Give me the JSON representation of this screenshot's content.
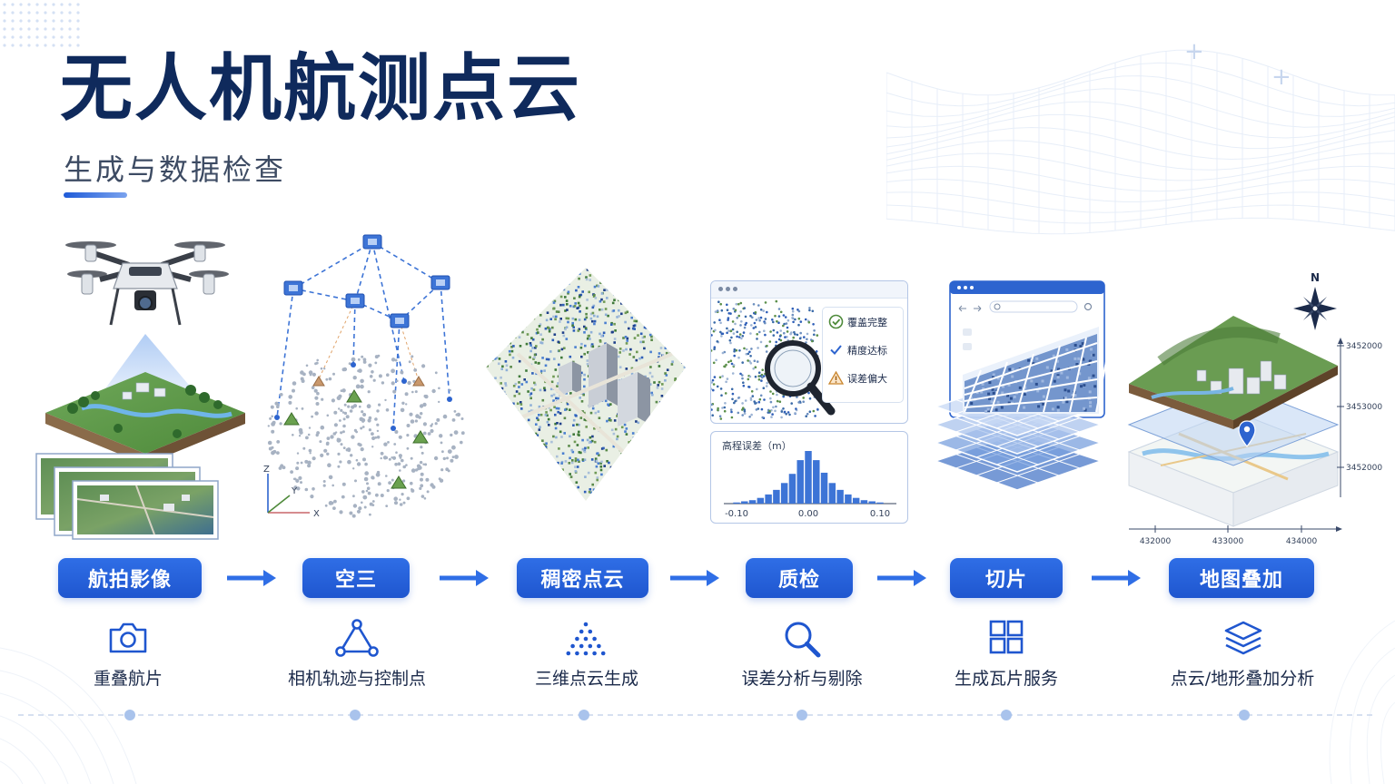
{
  "header": {
    "title": "无人机航测点云",
    "subtitle": "生成与数据检查"
  },
  "colors": {
    "primary": "#1f56cf",
    "title": "#0f2a5c",
    "accent_green": "#4e8a3a",
    "accent_warn": "#c9862f"
  },
  "steps": [
    {
      "label": "航拍影像",
      "desc": "重叠航片",
      "icon": "camera-icon"
    },
    {
      "label": "空三",
      "desc": "相机轨迹与控制点",
      "icon": "triangle-nodes-icon"
    },
    {
      "label": "稠密点云",
      "desc": "三维点云生成",
      "icon": "point-pyramid-icon"
    },
    {
      "label": "质检",
      "desc": "误差分析与剔除",
      "icon": "magnifier-icon"
    },
    {
      "label": "切片",
      "desc": "生成瓦片服务",
      "icon": "grid-tiles-icon"
    },
    {
      "label": "地图叠加",
      "desc": "点云/地形叠加分析",
      "icon": "layers-icon"
    }
  ],
  "aerotriangulation": {
    "axis_z": "Z",
    "axis_y": "Y",
    "axis_x": "X"
  },
  "quality_check": {
    "checklist": [
      {
        "label": "覆盖完整",
        "status": "ok"
      },
      {
        "label": "精度达标",
        "status": "ok"
      },
      {
        "label": "误差偏大",
        "status": "warn"
      }
    ],
    "histogram_title": "高程误差（m）",
    "histogram_ticks": [
      "-0.10",
      "0.00",
      "0.10"
    ]
  },
  "map_overlay": {
    "north": "N",
    "y_ticks": [
      "3452000",
      "3453000",
      "3452000"
    ],
    "x_ticks": [
      "432000",
      "433000",
      "434000"
    ]
  },
  "chart_data": {
    "type": "bar",
    "title": "高程误差（m）",
    "xlabel": "",
    "ylabel": "",
    "x_ticks": [
      -0.1,
      0.0,
      0.1
    ],
    "xlim": [
      -0.12,
      0.12
    ],
    "values": [
      1,
      2,
      3,
      5,
      8,
      12,
      18,
      26,
      38,
      46,
      38,
      27,
      18,
      12,
      8,
      5,
      3,
      2,
      1
    ],
    "grid": false
  }
}
